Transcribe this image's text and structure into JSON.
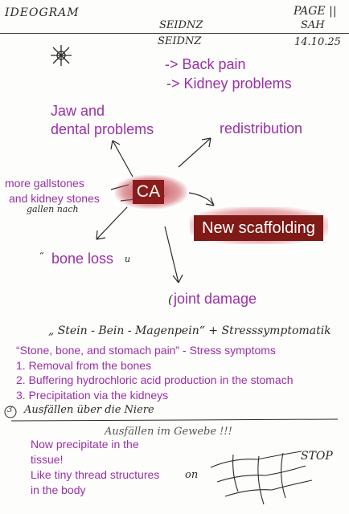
{
  "header": {
    "left_label": "IDEOGRAM",
    "page_label": "PAGE ||",
    "page_code": "SAH",
    "center_title": "SEIDNZ",
    "subtitle": "SEIDNZ",
    "date": "14.10.25"
  },
  "mindmap": {
    "center": "CA",
    "top_right_notes": [
      "-> Back pain",
      "-> Kidney problems"
    ],
    "branch_jaw": [
      "Jaw and",
      "dental problems"
    ],
    "branch_redistribution": "redistribution",
    "branch_gallstones": [
      "more gallstones",
      "and kidney stones"
    ],
    "branch_scaffolding": "New scaffolding",
    "branch_bone_loss": "bone loss",
    "branch_joint_damage": "joint damage",
    "handwritten_fragments": [
      "gallen nach",
      "“",
      "u",
      "("
    ]
  },
  "section": {
    "handwritten_heading": "„ Stein - Bein - Magenpein“ + Stresssymptomatik",
    "heading": "“Stone, bone, and stomach pain” - Stress symptoms",
    "items": [
      "1. Removal from the bones",
      "2. Buffering hydrochloric acid production in the stomach",
      "3. Precipitation via the kidneys"
    ],
    "handwritten_item3": "Ausfällen über die Niere",
    "handwritten_item3_num": "3"
  },
  "bottom": {
    "handwritten_line": "Ausfällen im Gewebe !!!",
    "notes": [
      "Now precipitate in the",
      "tissue!",
      "Like tiny thread structures",
      "in the body"
    ],
    "fragment_on": "on",
    "stop_label": "STOP"
  },
  "colors": {
    "translation": "#9a2fa8",
    "ink": "#2a2a2a",
    "highlight": "#8b1c1c"
  }
}
